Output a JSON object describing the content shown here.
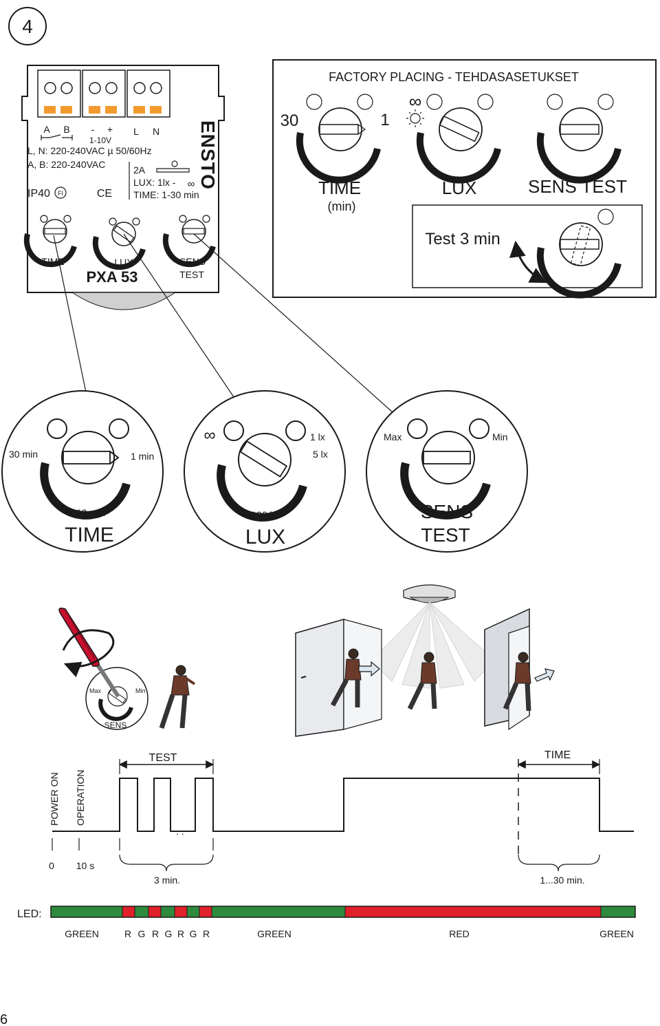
{
  "step_number": "4",
  "page_number": "6",
  "device": {
    "terminal_labels": [
      "A",
      "B",
      "-",
      "+",
      "L",
      "N"
    ],
    "range_1_10v": "1-10V",
    "spec_lines": [
      "L, N: 220-240VAC  µ  50/60Hz",
      "A, B: 220-240VAC"
    ],
    "ip_rating": "IP40",
    "fi_mark": "FI",
    "ce_mark": "CE",
    "rating_lines": [
      "2A",
      "LUX: 1lx -",
      "TIME: 1-30 min"
    ],
    "infinity_symbol": "∞",
    "brand": "ENSTO",
    "knob_labels": [
      "TIME",
      "LUX",
      "SENS",
      "TEST"
    ],
    "model": "PXA 53"
  },
  "factory": {
    "title": "FACTORY PLACING - TEHDASASETUKSET",
    "time_left": "30",
    "time_right": "1",
    "infinity": "∞",
    "labels": [
      "TIME",
      "(min)",
      "LUX",
      "SENS TEST"
    ],
    "test_label": "Test 3 min"
  },
  "zoom": {
    "time": {
      "left": "30 min",
      "right": "1 min",
      "bottom": "10 min",
      "title": "TIME"
    },
    "lux": {
      "infinity": "∞",
      "right_top": "1 lx",
      "right_mid": "5 lx",
      "bottom": "100 lx",
      "title": "LUX"
    },
    "sens": {
      "left": "Max",
      "right": "Min",
      "title_1": "SENS",
      "title_2": "TEST"
    }
  },
  "adjust": {
    "max": "Max",
    "min": "Min",
    "sens": "SENS"
  },
  "timing": {
    "power_on": "POWER ON",
    "operation": "OPERATION",
    "test_label": "TEST",
    "time_label": "TIME",
    "dots": ". .",
    "tick_0": "0",
    "tick_10s": "10 s",
    "three_min": "3 min.",
    "range": "1...30 min."
  },
  "led": {
    "label": "LED:",
    "colors": {
      "green": "#2e8b3e",
      "red": "#e0202a"
    },
    "segments": [
      {
        "color": "green",
        "from": 0,
        "to": 104
      },
      {
        "color": "red",
        "from": 104,
        "to": 122
      },
      {
        "color": "green",
        "from": 122,
        "to": 142
      },
      {
        "color": "red",
        "from": 142,
        "to": 160
      },
      {
        "color": "green",
        "from": 160,
        "to": 180
      },
      {
        "color": "red",
        "from": 180,
        "to": 198
      },
      {
        "color": "green",
        "from": 198,
        "to": 216
      },
      {
        "color": "red",
        "from": 216,
        "to": 234
      },
      {
        "color": "green",
        "from": 234,
        "to": 428
      },
      {
        "color": "red",
        "from": 428,
        "to": 800
      },
      {
        "color": "green",
        "from": 800,
        "to": 850
      }
    ],
    "labels": [
      "GREEN",
      "R",
      "G",
      "R",
      "G",
      "R",
      "G",
      "R",
      "GREEN",
      "RED",
      "GREEN"
    ]
  }
}
